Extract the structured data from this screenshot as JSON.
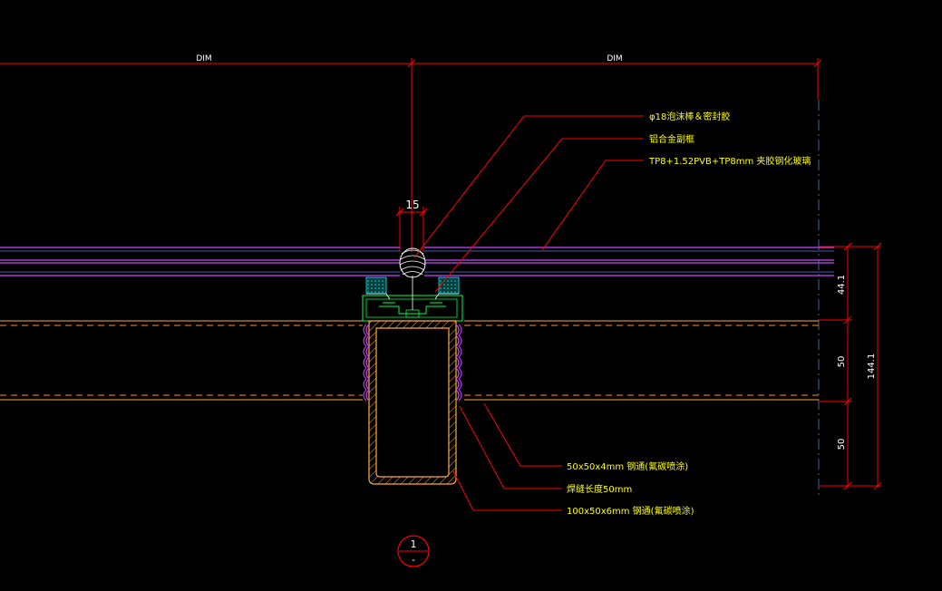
{
  "dimensions": {
    "top_left": "DIM",
    "top_right": "DIM",
    "gap_width": "15",
    "seg_upper": "44.1",
    "seg_mid": "50",
    "seg_lower": "50",
    "overall": "144.1"
  },
  "labels": {
    "sealant": "φ18泡沫棒＆密封胶",
    "alum_frame": "铝合金副框",
    "glass": "TP8+1.52PVB+TP8mm 夹胶钢化玻璃",
    "steel_small": "50x50x4mm 钢通(氟碳喷涂)",
    "weld": "焊缝长度50mm",
    "steel_large": "100x50x6mm 钢通(氟碳喷涂)"
  },
  "section_marker": {
    "number": "1",
    "sheet": "-"
  },
  "colors": {
    "dim": "#ff0000",
    "glass": "#cc44ff",
    "steel": "#ffaa33",
    "hidden": "#ff8a2a",
    "frame": "#00ff44",
    "gasket": "#00c8c8",
    "text": "#ffff00",
    "white": "#ffffff",
    "dashed_axis": "#3a6a9a"
  }
}
